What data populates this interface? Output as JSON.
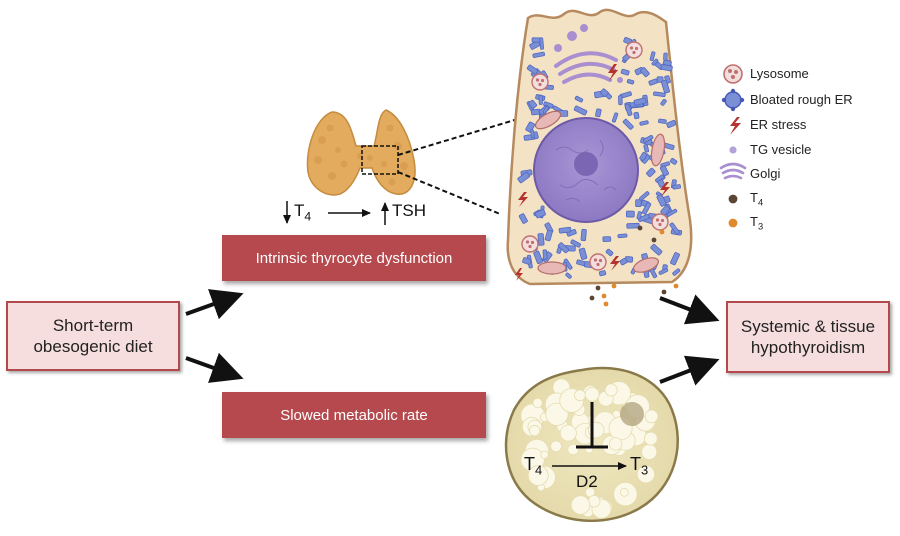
{
  "boxes": {
    "diet_line1": "Short-term",
    "diet_line2": "obesogenic diet",
    "dysfunction": "Intrinsic thyrocyte dysfunction",
    "metabolic": "Slowed metabolic rate",
    "outcome_line1": "Systemic & tissue",
    "outcome_line2": "hypothyroidism"
  },
  "hormones": {
    "t_letter": "T",
    "t4_sub": "4",
    "t3_sub": "3",
    "tsh": "TSH",
    "d2": "D2"
  },
  "legend": [
    {
      "label": "Lysosome",
      "icon": "lysosome-icon"
    },
    {
      "label": "Bloated rough ER",
      "icon": "bloated-er-icon"
    },
    {
      "label": "ER stress",
      "icon": "er-stress-icon"
    },
    {
      "label": "TG vesicle",
      "icon": "tg-vesicle-icon"
    },
    {
      "label": "Golgi",
      "icon": "golgi-icon"
    },
    {
      "label": "T",
      "sub": "4",
      "icon": "t4-dot-icon"
    },
    {
      "label": "T",
      "sub": "3",
      "icon": "t3-dot-icon"
    }
  ],
  "colors": {
    "box_red": "#b5494d",
    "box_pink": "#f6dede",
    "thyroid_orange": "#e2a95a",
    "cell_beige": "#f3e3c6",
    "er_blue": "#7b8fd6",
    "nucleus_purple": "#9c8acc",
    "adipocyte_cream": "#f3edc9",
    "t4_brown": "#5b4636",
    "t3_orange": "#e08a2e"
  }
}
